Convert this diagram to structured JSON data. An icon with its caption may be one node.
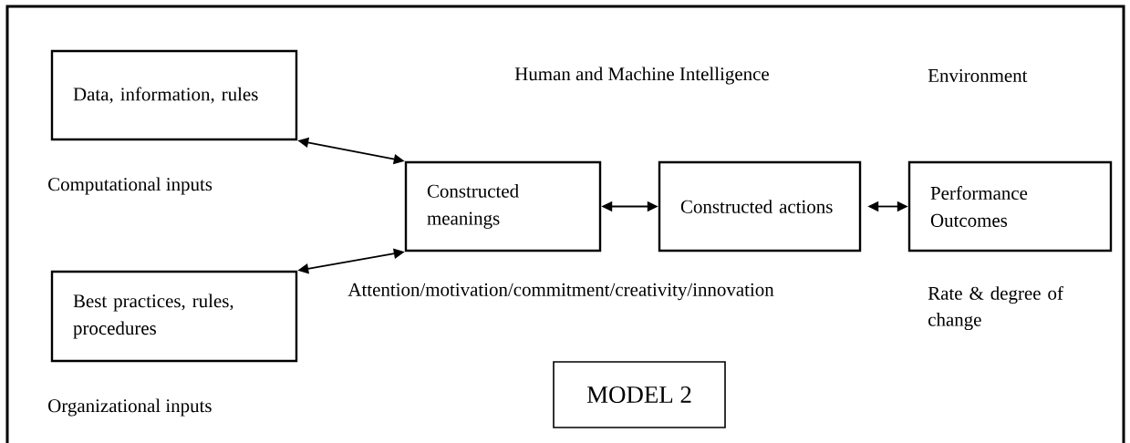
{
  "diagram": {
    "nodes": [
      {
        "text": [
          "Data, information, rules"
        ]
      },
      {
        "text": [
          "Best practices, rules, procedures"
        ]
      },
      {
        "text": [
          "Constructed meanings"
        ]
      },
      {
        "text": [
          "Constructed actions"
        ]
      },
      {
        "text": [
          "Performance Outcomes"
        ]
      },
      {
        "text": [
          "MODEL 2"
        ]
      }
    ],
    "edges": [
      {
        "from": 0,
        "to": 2,
        "arrow": "both"
      },
      {
        "from": 1,
        "to": 2,
        "arrow": "both"
      },
      {
        "from": 2,
        "to": 3,
        "arrow": "both"
      },
      {
        "from": 3,
        "to": 4,
        "arrow": "both"
      }
    ],
    "labels": [
      "Human and Machine Intelligence",
      "Environment",
      "Computational inputs",
      "Attention/motivation/commitment/creativity/innovation",
      "Rate & degree of change",
      "Organizational inputs"
    ]
  }
}
